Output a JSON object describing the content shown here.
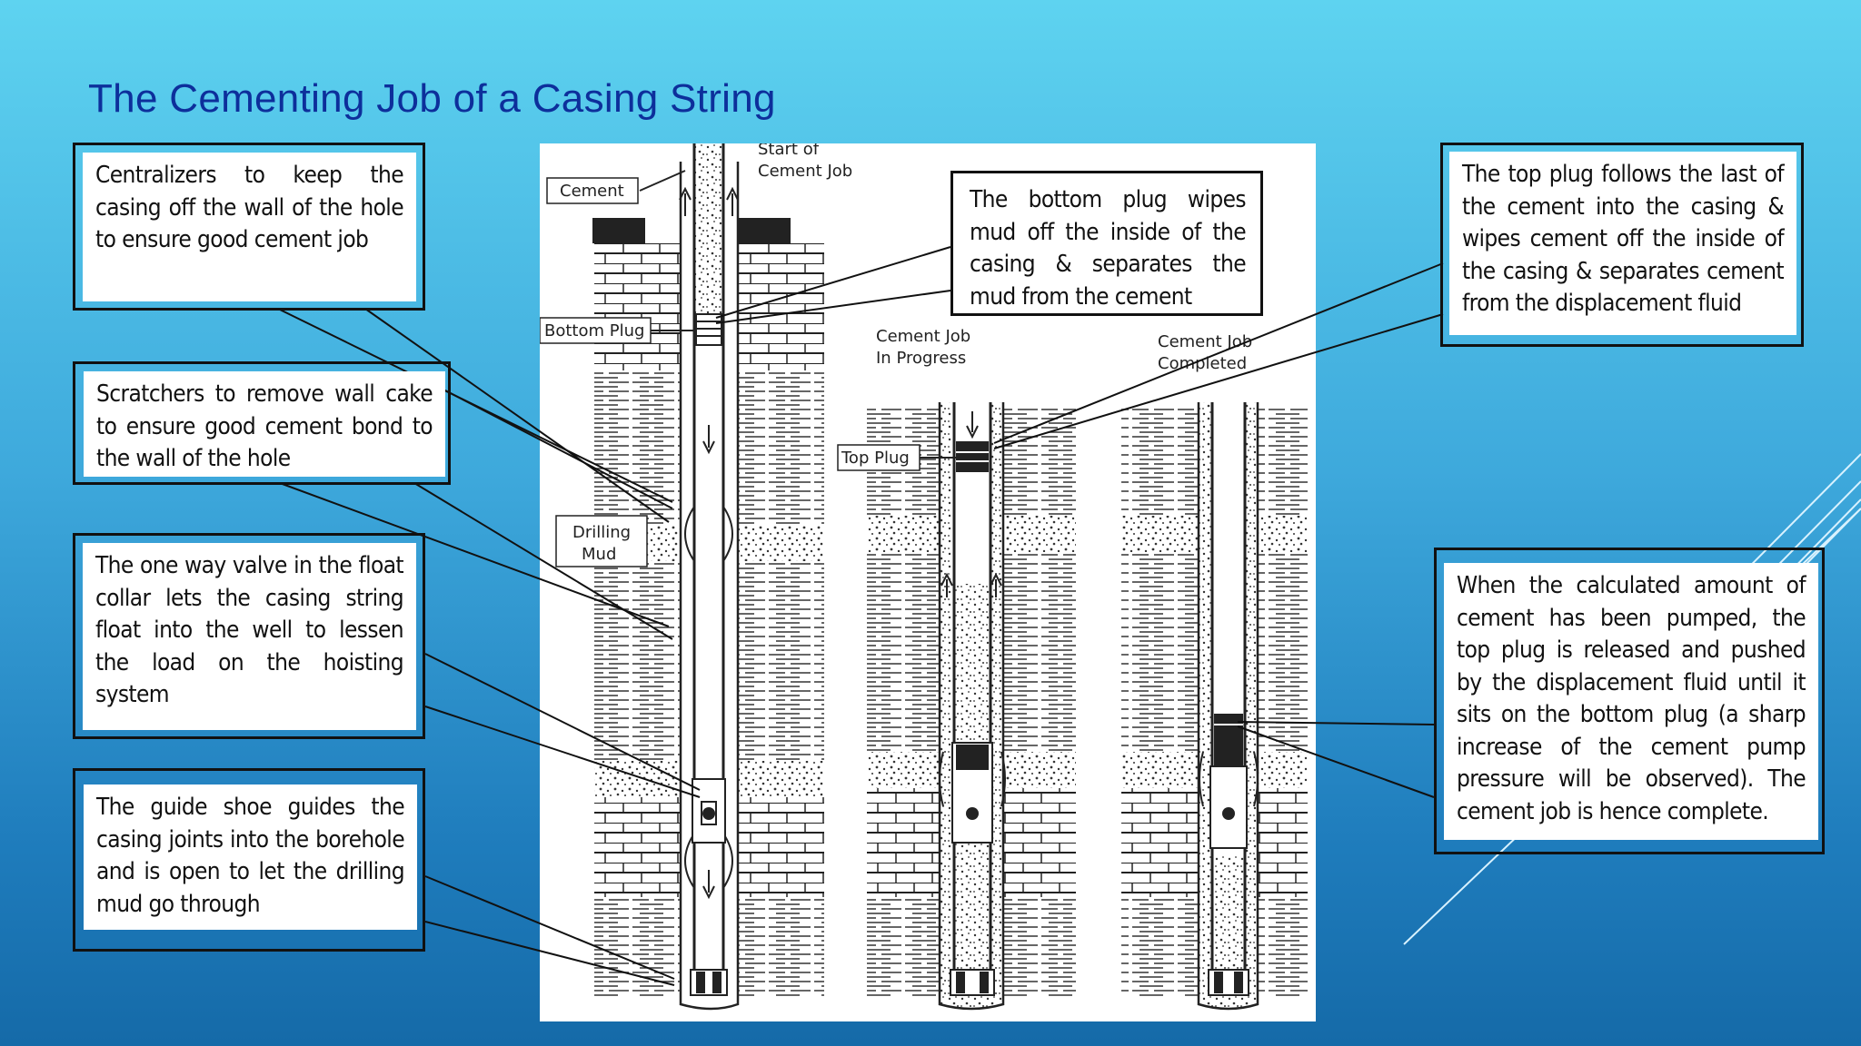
{
  "slide": {
    "title": "The Cementing Job of a Casing String"
  },
  "callouts": {
    "centralizers": "Centralizers to keep the casing off the wall of the hole to ensure good cement job",
    "scratchers": "Scratchers to remove wall cake to ensure good cement bond to the wall of the hole",
    "float_collar": "The one way valve in the float collar lets the casing string float into the well to lessen the load on the hoisting system",
    "guide_shoe": "The guide shoe guides the casing joints into the borehole and is open to let the drilling mud go through",
    "bottom_plug": "The bottom plug wipes mud off the inside of the casing & separates the mud from the cement",
    "top_plug": "The top plug follows the last of the cement into the casing & wipes cement off the inside of the casing & separates cement from the displacement fluid",
    "complete": "When the calculated amount of cement has been pumped, the top plug is released and pushed by the displacement fluid until it sits on the bottom plug (a sharp increase of the cement pump pressure will be observed). The cement job is hence complete."
  },
  "diagram": {
    "start_of_cement_job": [
      "Start of",
      "Cement Job"
    ],
    "cement_label": "Cement",
    "bottom_plug_label": "Bottom Plug",
    "drilling_mud_label": [
      "Drilling",
      "Mud"
    ],
    "in_progress": [
      "Cement Job",
      "In Progress"
    ],
    "top_plug_label": "Top Plug",
    "completed": [
      "Cement Job",
      "Completed"
    ]
  },
  "colors": {
    "title": "#0d2f9b",
    "background_top": "#5ed3f0",
    "background_bottom": "#156aa8"
  }
}
